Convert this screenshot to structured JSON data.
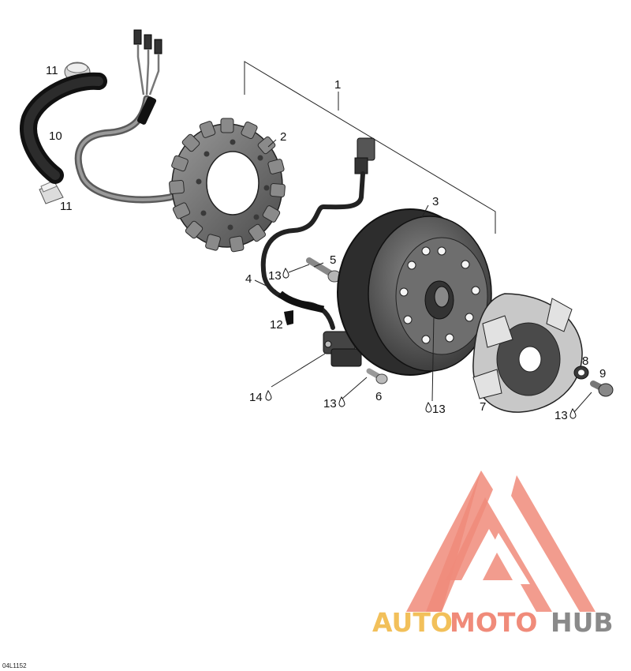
{
  "callouts": {
    "c1": "1",
    "c2": "2",
    "c3": "3",
    "c4": "4",
    "c5": "5",
    "c6": "6",
    "c7": "7",
    "c8": "8",
    "c9": "9",
    "c10": "10",
    "c11a": "11",
    "c11b": "11",
    "c12": "12",
    "c13a": "13",
    "c13b": "13",
    "c13c": "13",
    "c13d": "13",
    "c14": "14"
  },
  "doc_id": "04L1152",
  "watermark": {
    "part1": "AUTO",
    "part2": "MOTO",
    "part3": "HUB"
  },
  "colors": {
    "logo_red": "#f08b7a",
    "logo_yellow": "#f2c05a",
    "logo_gray": "#8a8a8a"
  }
}
